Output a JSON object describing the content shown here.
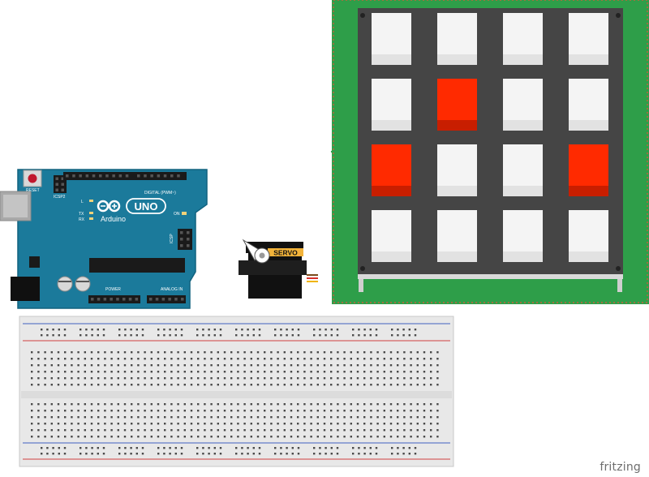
{
  "arduino": {
    "brand": "Arduino",
    "model": "UNO",
    "reset_label": "RESET",
    "icsp2_label": "ICSP2",
    "icsp_label": "ICSP",
    "digital_label": "DIGITAL (PWM~)",
    "on_label": "ON",
    "power_label": "POWER",
    "analog_label": "ANALOG IN",
    "tx_label": "TX",
    "rx_label": "RX",
    "l_label": "L",
    "colors": {
      "board": "#1b7a9b",
      "edge": "#11627f"
    }
  },
  "servo": {
    "label": "SERVO",
    "colors": {
      "body": "#111111",
      "label_bg": "#f2b33a"
    }
  },
  "keypad": {
    "rows": 4,
    "cols": 4,
    "pressed_keys": [
      [
        1,
        1
      ],
      [
        2,
        0
      ],
      [
        2,
        3
      ]
    ],
    "colors": {
      "pcb": "#2e9e49",
      "frame": "#454545",
      "key": "#f4f4f4",
      "key_pressed": "#ff2a00"
    }
  },
  "breadboard": {
    "colors": {
      "body": "#e8e8e8",
      "rail_red": "#d04040",
      "rail_blue": "#4060c0"
    }
  },
  "watermark": "fritzing"
}
